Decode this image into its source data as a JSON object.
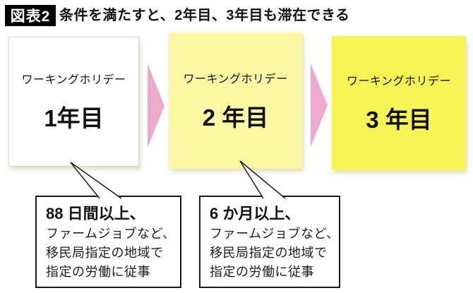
{
  "header": {
    "badge": "図表2",
    "title": "条件を満たすと、2年目、3年目も滞在できる"
  },
  "stages": [
    {
      "label": "ワーキングホリデー",
      "year": "1年目"
    },
    {
      "label": "ワーキングホリデー",
      "year": "2 年目"
    },
    {
      "label": "ワーキングホリデー",
      "year": "3 年目"
    }
  ],
  "callouts": [
    {
      "headline": "88 日間以上、",
      "lines": [
        "ファームジョブなど、",
        "移民局指定の地域で",
        "指定の労働に従事"
      ]
    },
    {
      "headline": "6 か月以上、",
      "lines": [
        "ファームジョブなど、",
        "移民局指定の地域で",
        "指定の労働に従事"
      ]
    }
  ],
  "colors": {
    "badge_bg": "#000000",
    "box1_bg": "#ffffff",
    "box2_bg": "#faf8a2",
    "box3_bg": "#f7f455",
    "arrow_pink": "#ecabcb",
    "line_dark": "#1a1a1a"
  }
}
